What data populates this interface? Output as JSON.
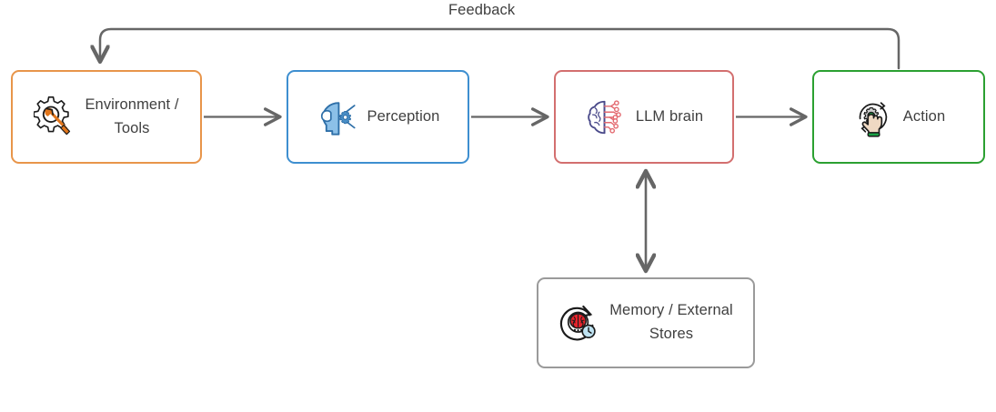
{
  "diagram": {
    "title": "LLM agent loop diagram",
    "background": "#ffffff",
    "text_color": "#3f3f3f",
    "connector_color": "#666666",
    "nodes": [
      {
        "id": "environment",
        "label": "Environment /\nTools",
        "icon": "gear-wrench-icon",
        "border_color": "#E8954A"
      },
      {
        "id": "perception",
        "label": "Perception",
        "icon": "head-brain-gear-icon",
        "border_color": "#3E8FD0"
      },
      {
        "id": "llm_brain",
        "label": "LLM brain",
        "icon": "brain-circuit-icon",
        "border_color": "#D36F6F"
      },
      {
        "id": "action",
        "label": "Action",
        "icon": "hand-gear-click-icon",
        "border_color": "#2BA031"
      },
      {
        "id": "memory",
        "label": "Memory / External\nStores",
        "icon": "brain-clock-refresh-icon",
        "border_color": "#9A9A9A"
      }
    ],
    "edges": [
      {
        "id": "env-to-perception",
        "from": "environment",
        "to": "perception",
        "style": "arrow"
      },
      {
        "id": "perception-to-llm",
        "from": "perception",
        "to": "llm_brain",
        "style": "arrow"
      },
      {
        "id": "llm-to-action",
        "from": "llm_brain",
        "to": "action",
        "style": "arrow"
      },
      {
        "id": "llm-memory",
        "from": "llm_brain",
        "to": "memory",
        "style": "double-arrow"
      },
      {
        "id": "feedback",
        "from": "action",
        "to": "environment",
        "style": "arrow",
        "label": "Feedback"
      }
    ],
    "feedback_label": "Feedback"
  }
}
